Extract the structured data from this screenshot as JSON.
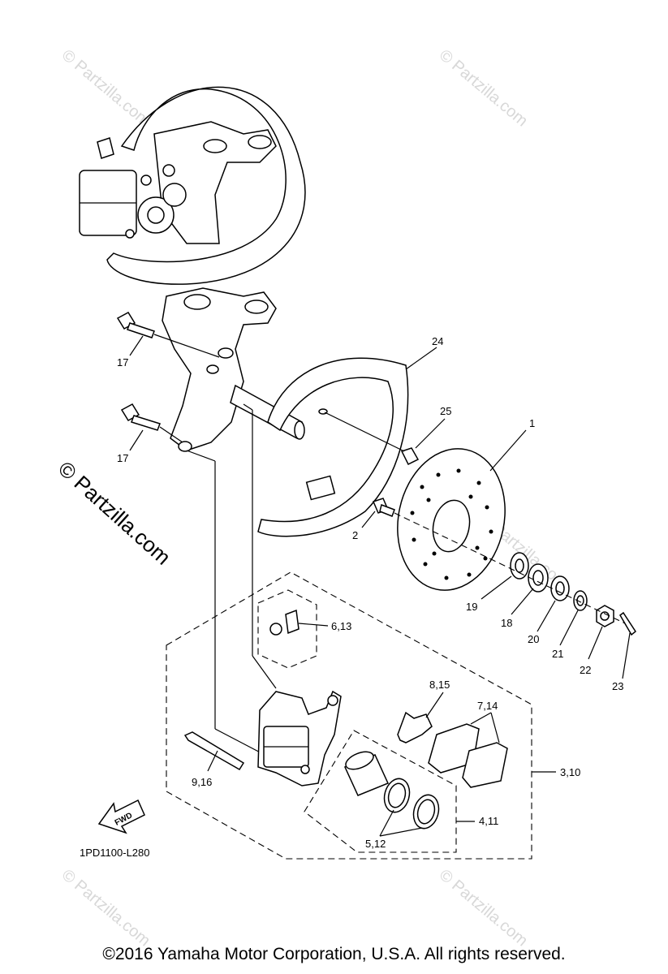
{
  "watermarks": {
    "large": "© Partzilla.com",
    "small": "© Partzilla.com"
  },
  "callouts": {
    "c1": "1",
    "c2": "2",
    "c17a": "17",
    "c17b": "17",
    "c24": "24",
    "c25": "25",
    "c19": "19",
    "c18": "18",
    "c20": "20",
    "c21": "21",
    "c22": "22",
    "c23": "23",
    "c6_13": "6,13",
    "c8_15": "8,15",
    "c7_14": "7,14",
    "c3_10": "3,10",
    "c9_16": "9,16",
    "c4_11": "4,11",
    "c5_12": "5,12"
  },
  "fwd_label": "FWD",
  "diagram_code": "1PD1100-L280",
  "copyright": "©2016 Yamaha Motor Corporation, U.S.A. All rights reserved."
}
